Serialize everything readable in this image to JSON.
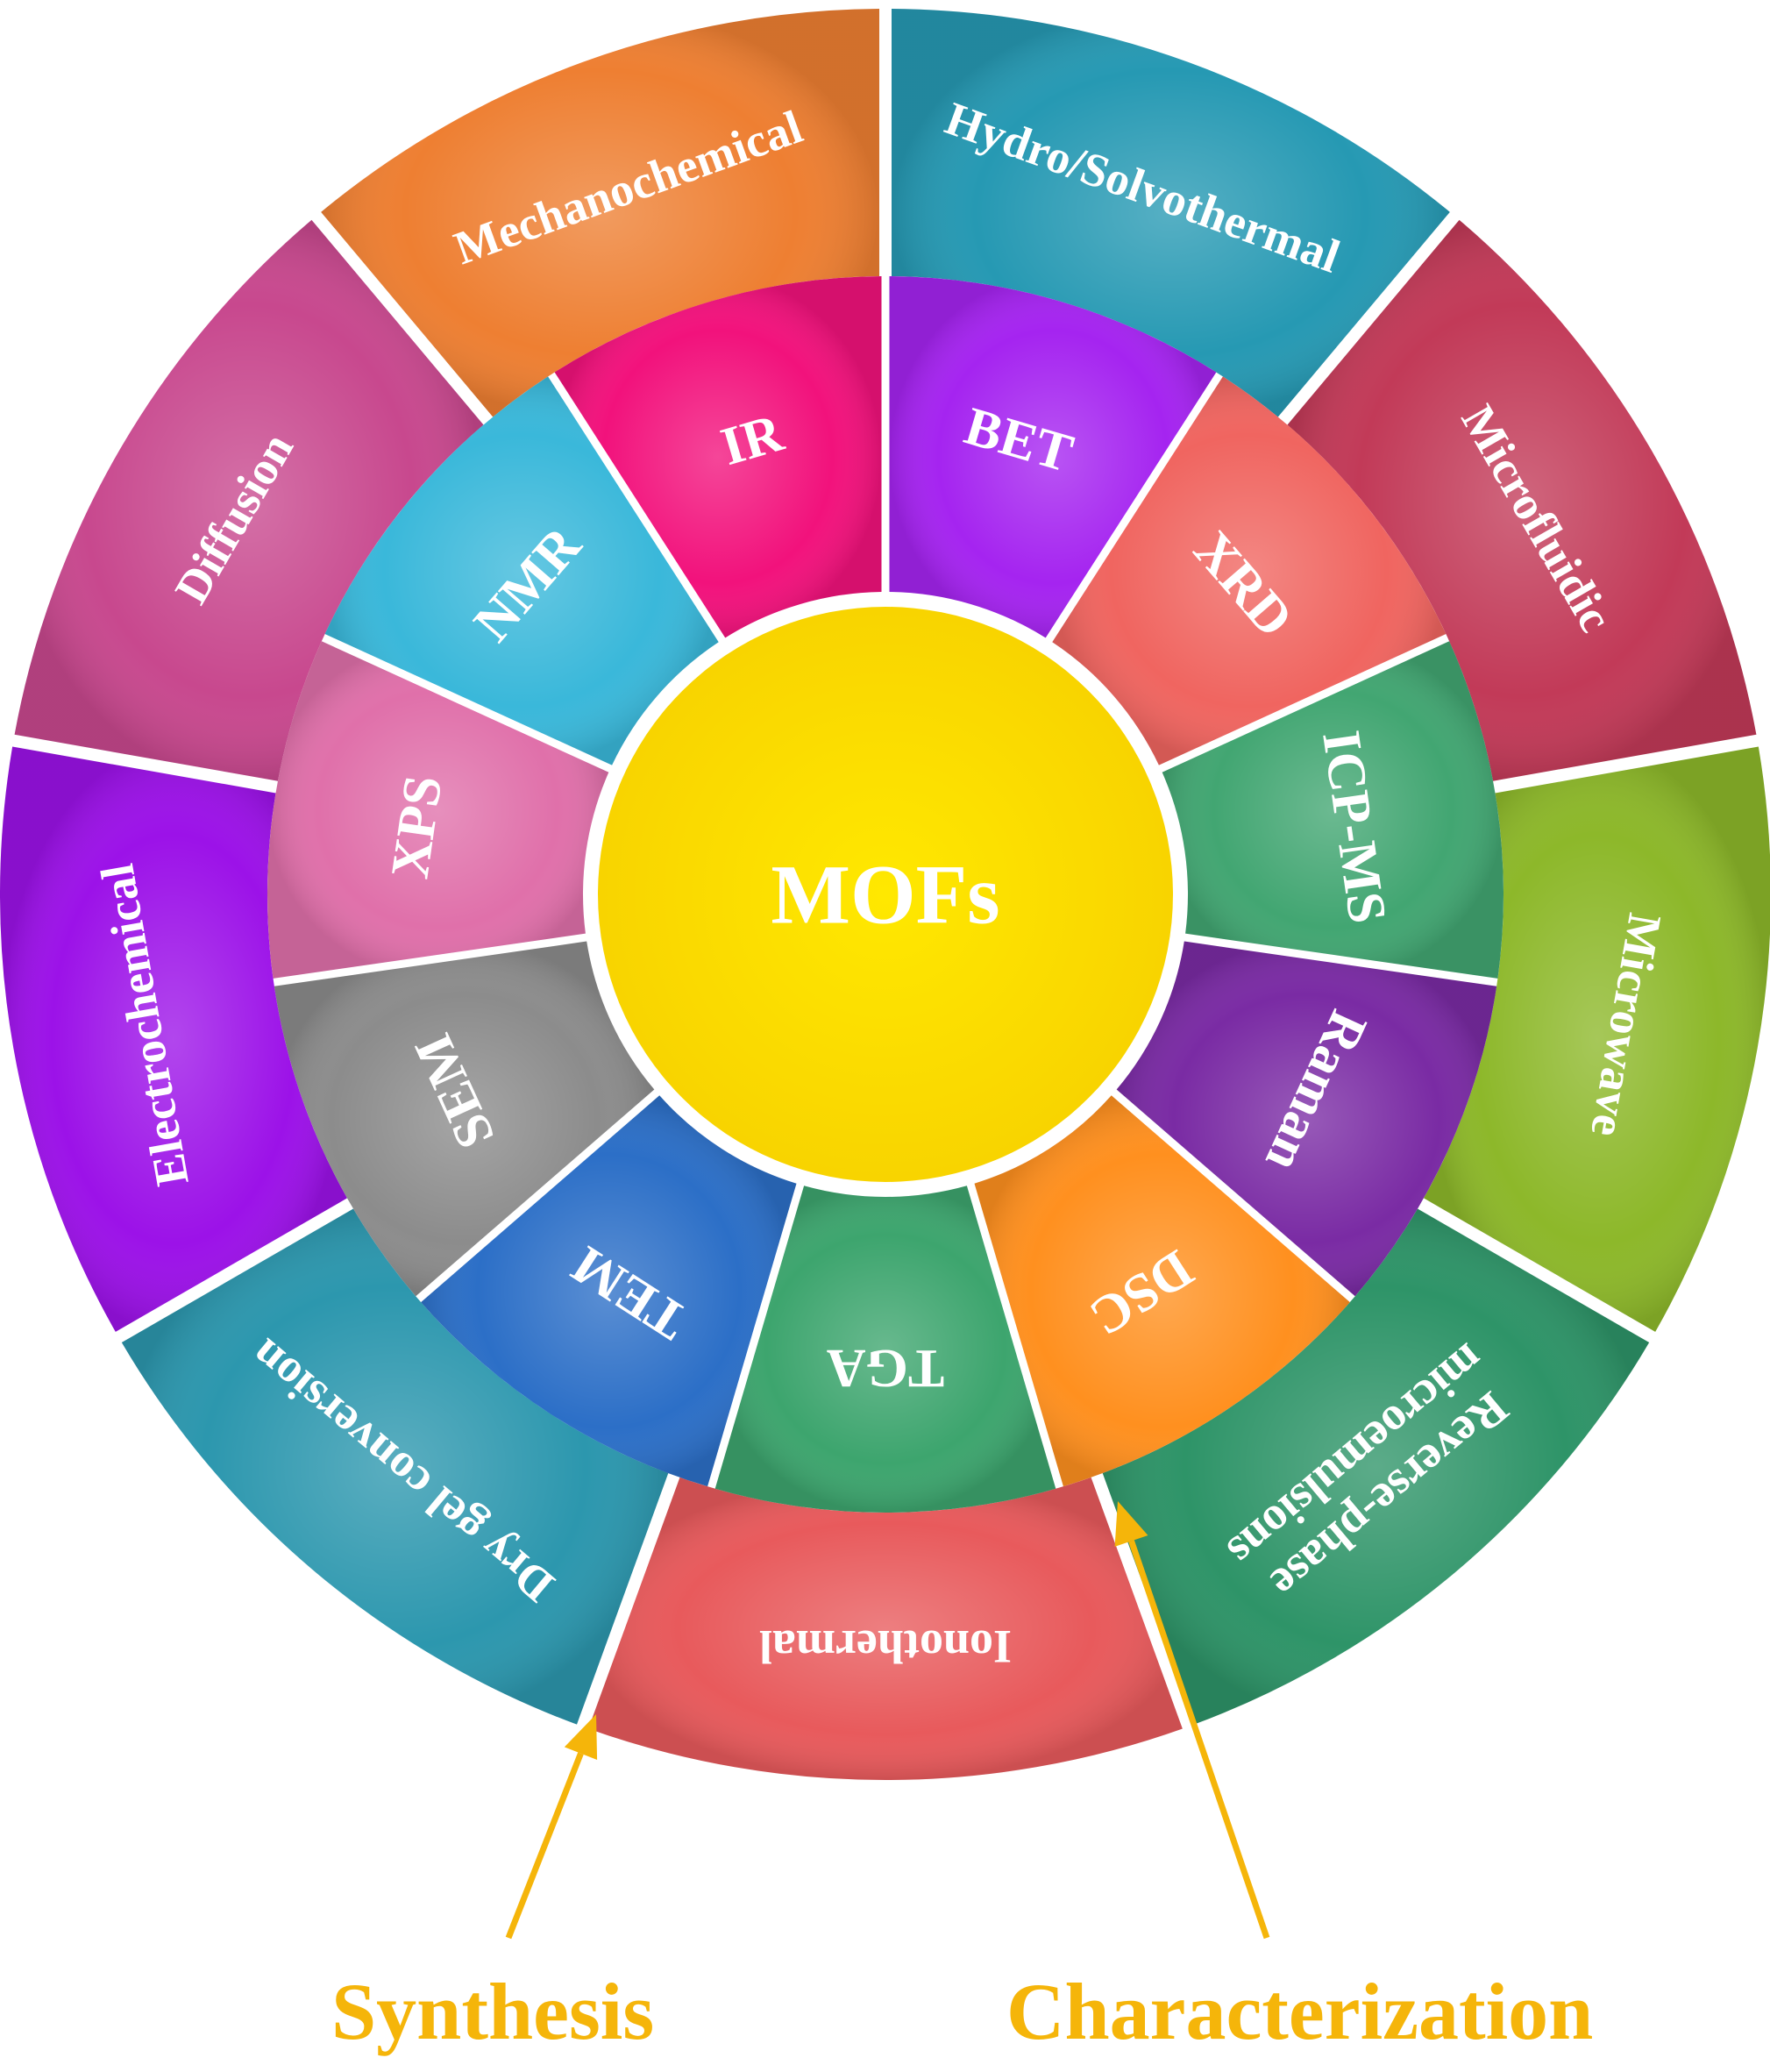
{
  "center": {
    "label": "MOFs",
    "color": "#FFE000"
  },
  "synthesis": {
    "label": "Synthesis",
    "color": "#F5B50A",
    "methods": [
      {
        "label": "Hydro/Solvothermal",
        "color": "#2699B3"
      },
      {
        "label": "Microfluidic",
        "color": "#C23A58"
      },
      {
        "label": "Microwave",
        "color": "#8DB82A"
      },
      {
        "label": "Reverse-phase microemulsions",
        "color": "#2E9468"
      },
      {
        "label": "Ionothermal",
        "color": "#E85A5C"
      },
      {
        "label": "Dry gel conversion",
        "color": "#2C97AE"
      },
      {
        "label": "Electrochemical",
        "color": "#9C12E8"
      },
      {
        "label": "Diffusion",
        "color": "#C8488E"
      },
      {
        "label": "Mechanochemical",
        "color": "#EE7F32"
      }
    ]
  },
  "characterization": {
    "label": "Characterization",
    "color": "#F5B50A",
    "techniques": [
      {
        "label": "BET",
        "color": "#A524F0"
      },
      {
        "label": "XRD",
        "color": "#F06560"
      },
      {
        "label": "ICP-MS",
        "color": "#42A672"
      },
      {
        "label": "Raman",
        "color": "#7A2BA4"
      },
      {
        "label": "DSC",
        "color": "#FF901F"
      },
      {
        "label": "TGA",
        "color": "#3DA56E"
      },
      {
        "label": "TEM",
        "color": "#2C6FC7"
      },
      {
        "label": "SEM",
        "color": "#8C8C8C"
      },
      {
        "label": "XPS",
        "color": "#E070AA"
      },
      {
        "label": "NMR",
        "color": "#3AB8DA"
      },
      {
        "label": "IR",
        "color": "#F2127C"
      }
    ]
  }
}
